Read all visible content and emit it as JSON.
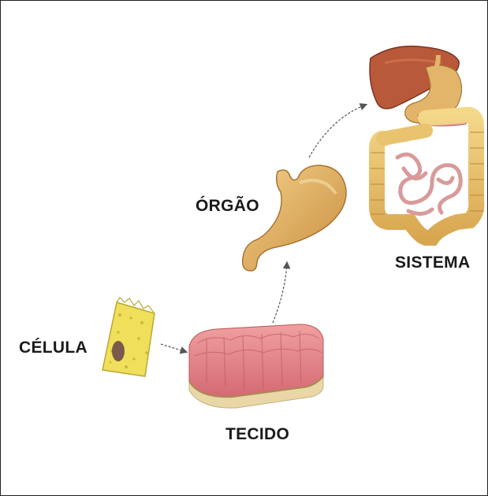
{
  "diagram": {
    "labels": {
      "cell": "CÉLULA",
      "tissue": "TECIDO",
      "organ": "ÓRGÃO",
      "system": "SISTEMA"
    },
    "icons": {
      "cell": "cell-icon",
      "tissue": "tissue-icon",
      "organ": "stomach-icon",
      "system": "digestive-system-icon"
    },
    "colors": {
      "cell_fill": "#f0df5a",
      "cell_nucleus": "#7a5a4a",
      "tissue_top": "#e58a8a",
      "tissue_base": "#e9d7a8",
      "stomach": "#e2b56a",
      "liver": "#b85a3a",
      "intestine": "#e9c36e",
      "arrow": "#555555"
    }
  }
}
